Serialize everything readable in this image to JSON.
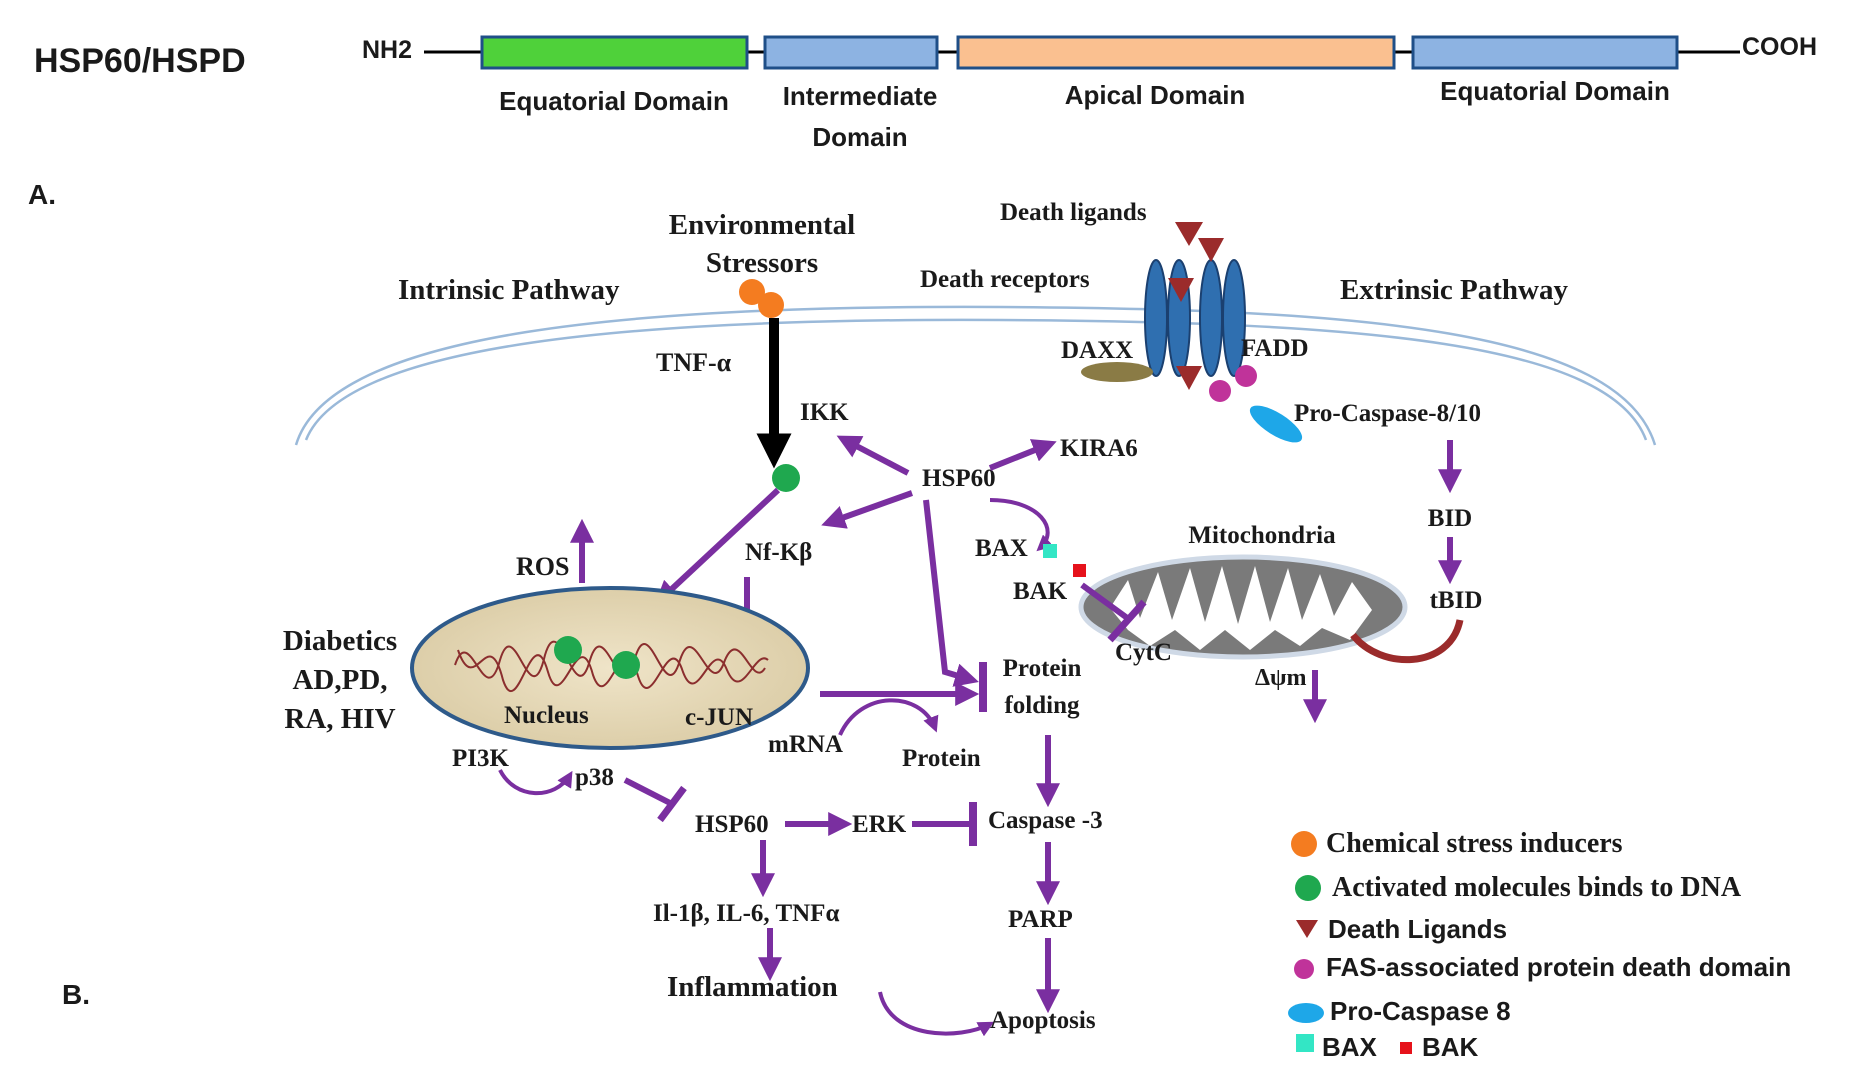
{
  "header": {
    "title": "HSP60/HSPD",
    "nterm": "NH2",
    "cterm": "COOH",
    "domains": [
      {
        "label": "Equatorial Domain",
        "color": "#4fd13a"
      },
      {
        "label": "Intermediate",
        "label2": "Domain",
        "color": "#8db3e2"
      },
      {
        "label": "Apical Domain",
        "color": "#fac090"
      },
      {
        "label": "Equatorial Domain",
        "color": "#8db3e2"
      }
    ]
  },
  "panel_labels": {
    "a": "A.",
    "b": "B."
  },
  "pathway": {
    "env_stressors_1": "Environmental",
    "env_stressors_2": "Stressors",
    "intrinsic": "Intrinsic Pathway",
    "extrinsic": "Extrinsic Pathway",
    "death_ligands": "Death ligands",
    "death_receptors": "Death  receptors",
    "tnf": "TNF-α",
    "daxx": "DAXX",
    "fadd": "FADD",
    "pro_caspase": "Pro-Caspase-8/10",
    "ikk": "IKK",
    "hsp60_top": "HSP60",
    "kira6": "KIRA6",
    "nfkb": "Nf-Kβ",
    "ros": "ROS",
    "bax": "BAX",
    "bak": "BAK",
    "mitochondria": "Mitochondria",
    "cytc": "CytC",
    "bid": "BID",
    "tbid": "tBID",
    "delta_psi": "Δψm",
    "diseases_1": "Diabetics",
    "diseases_2": "AD,PD,",
    "diseases_3": "RA, HIV",
    "nucleus": "Nucleus",
    "cjun": "c-JUN",
    "mrna": "mRNA",
    "protein": "Protein",
    "protein_folding_1": "Protein",
    "protein_folding_2": "folding",
    "pi3k": "PI3K",
    "p38": "p38",
    "hsp60_bottom": "HSP60",
    "erk": "ERK",
    "caspase3": "Caspase -3",
    "cytokines": "Il-1β, IL-6, TNFα",
    "parp": "PARP",
    "inflammation": "Inflammation",
    "apoptosis": "Apoptosis"
  },
  "legend": [
    {
      "shape": "circle",
      "color": "#f47c20",
      "label": "Chemical stress inducers"
    },
    {
      "shape": "circle",
      "color": "#1fa84f",
      "label": "Activated molecules binds to DNA"
    },
    {
      "shape": "triangle",
      "color": "#9b2b2b",
      "label": "Death Ligands"
    },
    {
      "shape": "circle",
      "color": "#c0339a",
      "label": "FAS-associated protein death domain"
    },
    {
      "shape": "ellipse",
      "color": "#1ea7e8",
      "label": "Pro-Caspase 8"
    },
    {
      "shape": "squares",
      "color": "#33e6c5",
      "color2": "#e6121b",
      "label": "BAX",
      "label2": "BAK"
    }
  ],
  "colors": {
    "arrow": "#7a2fa0",
    "membrane": "#9ab9d9",
    "nucleus_fill": "#e8dcc0",
    "nucleus_edge": "#2e5a8a",
    "dna": "#8b2e2e",
    "mito_fill": "#7a7a7a",
    "receptor": "#2f6fb0"
  }
}
